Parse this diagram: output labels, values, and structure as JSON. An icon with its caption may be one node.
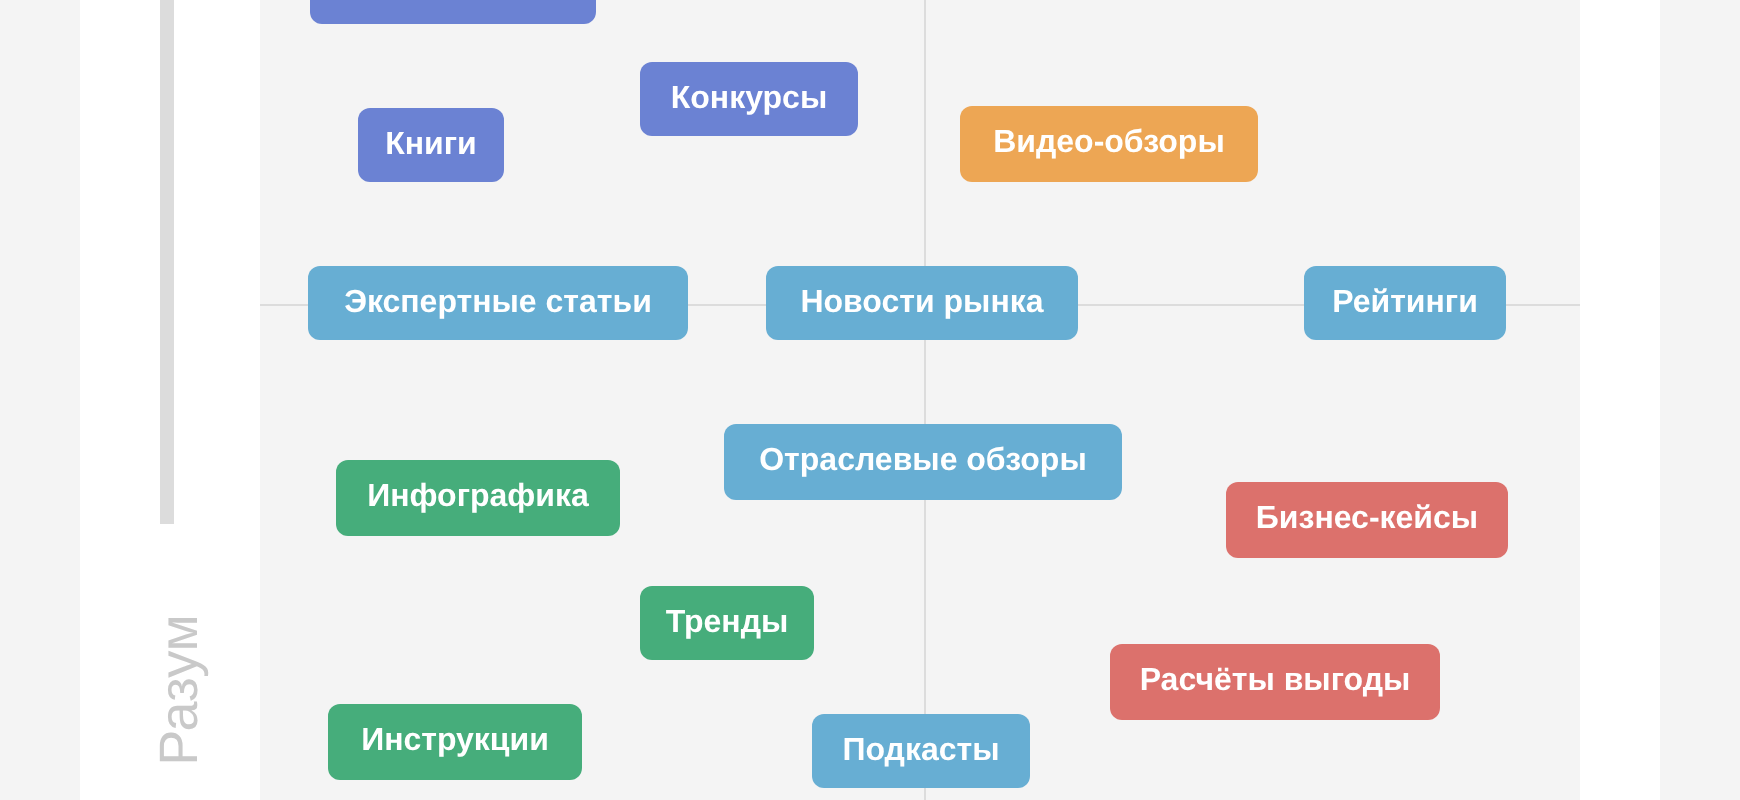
{
  "diagram": {
    "nodes": [
      {
        "text": [],
        "shape": "box"
      },
      {
        "text": [
          "Конкурсы"
        ]
      },
      {
        "text": [
          "Книги"
        ]
      },
      {
        "text": [
          "Видео-обзоры"
        ]
      },
      {
        "text": [
          "Экспертные статьи"
        ]
      },
      {
        "text": [
          "Новости рынка"
        ]
      },
      {
        "text": [
          "Рейтинги"
        ]
      },
      {
        "text": [
          "Отраслевые обзоры"
        ]
      },
      {
        "text": [
          "Инфографика"
        ]
      },
      {
        "text": [
          "Бизнес-кейсы"
        ]
      },
      {
        "text": [
          "Тренды"
        ]
      },
      {
        "text": [
          "Расчёты выгоды"
        ]
      },
      {
        "text": [
          "Инструкции"
        ]
      },
      {
        "text": [
          "Подкасты"
        ]
      }
    ],
    "labels": [
      "Разум"
    ]
  }
}
